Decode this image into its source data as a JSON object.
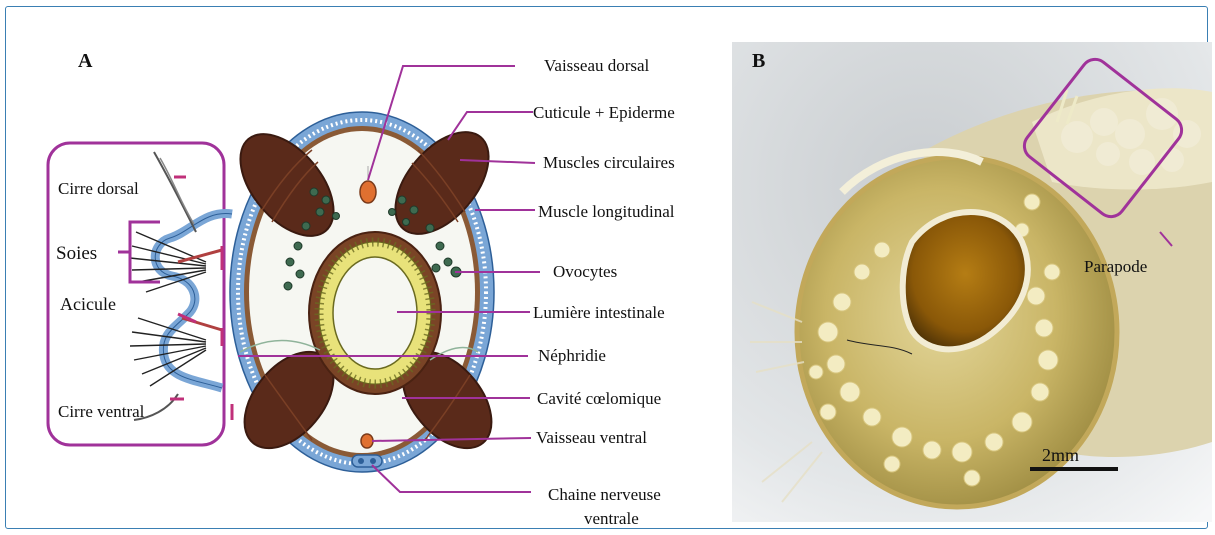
{
  "panel_a": {
    "letter": "A",
    "labels": {
      "cirre_dorsal": "Cirre dorsal",
      "soies": "Soies",
      "acicule": "Acicule",
      "cirre_ventral": "Cirre ventral",
      "vaisseau_dorsal": "Vaisseau dorsal",
      "cuticule": "Cuticule + Epiderme",
      "muscles_circulaires": "Muscles circulaires",
      "muscle_longitudinal": "Muscle longitudinal",
      "ovocytes": "Ovocytes",
      "lumiere": "Lumière intestinale",
      "nephridie": "Néphridie",
      "cavite": "Cavité cœlomique",
      "vaisseau_ventral": "Vaisseau ventral",
      "chaine_1": "Chaine nerveuse",
      "chaine_2": "ventrale"
    }
  },
  "panel_b": {
    "letter": "B",
    "labels": {
      "parapode": "Parapode",
      "scale": "2mm"
    }
  },
  "colors": {
    "frame": "#3a7fb3",
    "callout": "#a0329a",
    "cuticle_blue": "#7aa6d6",
    "muscle_brown": "#5a2a1a",
    "intestine_yellow": "#e8e27a"
  }
}
